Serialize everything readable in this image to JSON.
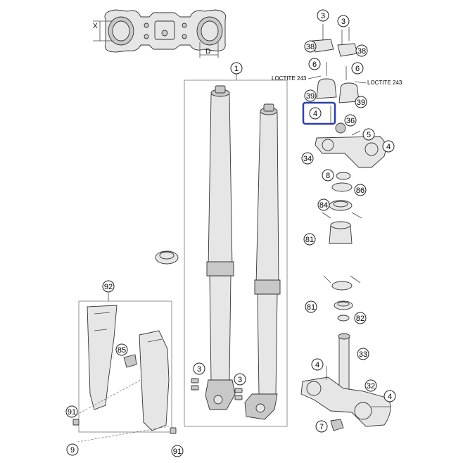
{
  "callouts": [
    {
      "id": "c1",
      "label": "1"
    },
    {
      "id": "c3a",
      "label": "3"
    },
    {
      "id": "c3b",
      "label": "3"
    },
    {
      "id": "c38a",
      "label": "38"
    },
    {
      "id": "c38b",
      "label": "38"
    },
    {
      "id": "c6a",
      "label": "6"
    },
    {
      "id": "c6b",
      "label": "6"
    },
    {
      "id": "c39a",
      "label": "39"
    },
    {
      "id": "c39b",
      "label": "39"
    },
    {
      "id": "c4top",
      "label": "4"
    },
    {
      "id": "c36",
      "label": "36"
    },
    {
      "id": "c5",
      "label": "5"
    },
    {
      "id": "c4r",
      "label": "4"
    },
    {
      "id": "c34",
      "label": "34"
    },
    {
      "id": "c8",
      "label": "8"
    },
    {
      "id": "c86",
      "label": "86"
    },
    {
      "id": "c84",
      "label": "84"
    },
    {
      "id": "c81a",
      "label": "81"
    },
    {
      "id": "c81b",
      "label": "81"
    },
    {
      "id": "c82",
      "label": "82"
    },
    {
      "id": "c33",
      "label": "33"
    },
    {
      "id": "c4c",
      "label": "4"
    },
    {
      "id": "c32",
      "label": "32"
    },
    {
      "id": "c4d",
      "label": "4"
    },
    {
      "id": "c7",
      "label": "7"
    },
    {
      "id": "c92",
      "label": "92"
    },
    {
      "id": "c85",
      "label": "85"
    },
    {
      "id": "c91a",
      "label": "91"
    },
    {
      "id": "c9",
      "label": "9"
    },
    {
      "id": "c91b",
      "label": "91"
    },
    {
      "id": "c3c",
      "label": "3"
    },
    {
      "id": "c3d",
      "label": "3"
    }
  ],
  "annotations": {
    "loctite_left": "LOCTITE 243",
    "loctite_right": "LOCTITE 243",
    "dim_x": "X",
    "dim_d": "D"
  },
  "highlight_color": "#2b3fa6"
}
